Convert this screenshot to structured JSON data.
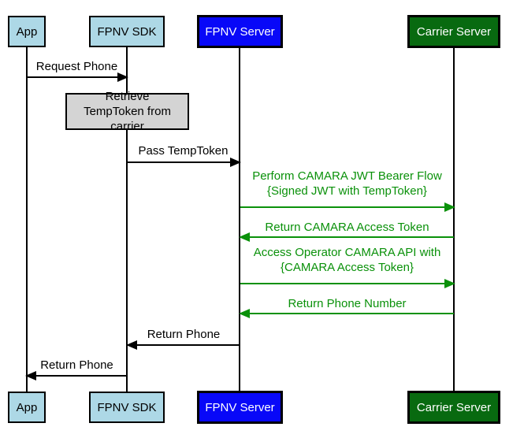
{
  "colors": {
    "background": "#ffffff",
    "actor_light_fill": "#add8e6",
    "actor_blue_fill": "#0808f8",
    "actor_green_fill": "#086a10",
    "note_fill": "#d4d4d4",
    "line_black": "#000000",
    "green": "#0a910a"
  },
  "actors": [
    {
      "name": "App",
      "style": "light"
    },
    {
      "name": "FPNV SDK",
      "style": "light"
    },
    {
      "name": "FPNV Server",
      "style": "blue"
    },
    {
      "name": "Carrier Server",
      "style": "green"
    }
  ],
  "note": {
    "label": "Retrieve TempToken from carrier",
    "on": "FPNV SDK"
  },
  "messages": [
    {
      "label": "Request Phone",
      "from": "App",
      "to": "FPNV SDK",
      "color": "black",
      "direction": "right"
    },
    {
      "label": "Pass TempToken",
      "from": "FPNV SDK",
      "to": "FPNV Server",
      "color": "black",
      "direction": "right"
    },
    {
      "line1": "Perform CAMARA JWT Bearer Flow",
      "line2": "{Signed JWT with TempToken}",
      "from": "FPNV Server",
      "to": "Carrier Server",
      "color": "green",
      "direction": "right"
    },
    {
      "label": "Return CAMARA Access Token",
      "from": "Carrier Server",
      "to": "FPNV Server",
      "color": "green",
      "direction": "left"
    },
    {
      "line1": "Access Operator CAMARA API with",
      "line2": "{CAMARA Access Token}",
      "from": "FPNV Server",
      "to": "Carrier Server",
      "color": "green",
      "direction": "right"
    },
    {
      "label": "Return Phone Number",
      "from": "Carrier Server",
      "to": "FPNV Server",
      "color": "green",
      "direction": "left"
    },
    {
      "label": "Return Phone",
      "from": "FPNV Server",
      "to": "FPNV SDK",
      "color": "black",
      "direction": "left"
    },
    {
      "label": "Return Phone",
      "from": "FPNV SDK",
      "to": "App",
      "color": "black",
      "direction": "left"
    }
  ]
}
